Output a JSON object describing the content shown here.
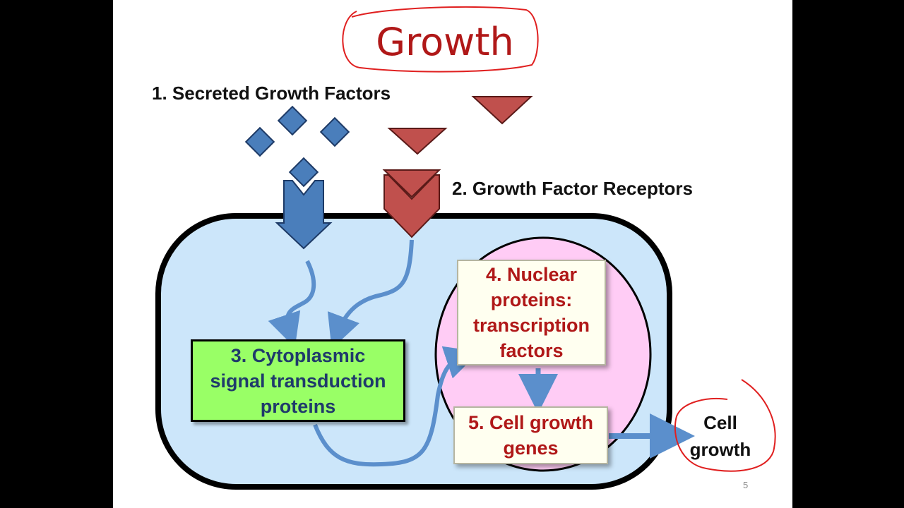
{
  "slide": {
    "title": "Growth",
    "page_number": "5",
    "labels": {
      "secreted": "1. Secreted Growth Factors",
      "receptors": "2. Growth Factor Receptors"
    },
    "boxes": {
      "cytoplasmic": [
        "3. Cytoplasmic",
        "signal transduction",
        "proteins"
      ],
      "nuclear": [
        "4. Nuclear",
        "proteins:",
        "transcription",
        "factors"
      ],
      "genes": [
        "5. Cell growth",
        "genes"
      ]
    },
    "outcome": [
      "Cell",
      "growth"
    ]
  },
  "colors": {
    "title": "#b01818",
    "annotation": "#e02020",
    "diamond": "#4a7ebb",
    "triangle": "#c0504d",
    "cell": "#cce6fa",
    "nucleus": "#ffccf5",
    "cytoplasmic_box": "#99ff66",
    "arrow": "#5b8fcc",
    "highlight": "#ffff33"
  }
}
